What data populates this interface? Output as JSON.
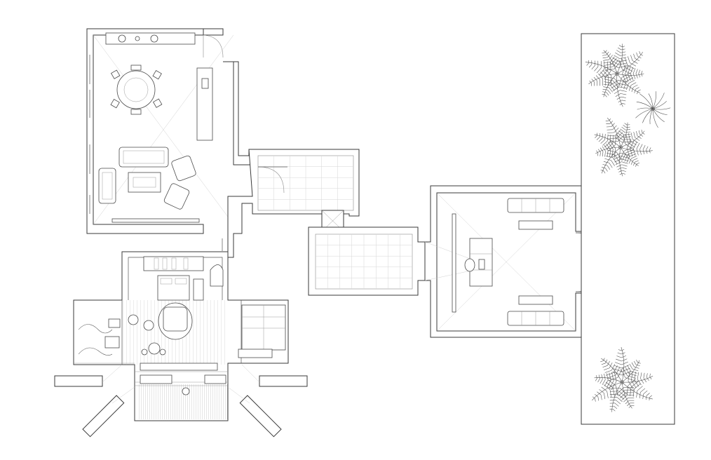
{
  "drawing": {
    "type": "architectural-floor-plan",
    "style": "line-drawing",
    "colors": {
      "line": "#3a3a3a",
      "thin": "#9a9a9a",
      "grid": "#d6d6d6",
      "background": "#ffffff"
    }
  },
  "tiles": {
    "north_court": [
      6,
      5
    ],
    "south_court": [
      8,
      5
    ]
  },
  "palms": 4
}
